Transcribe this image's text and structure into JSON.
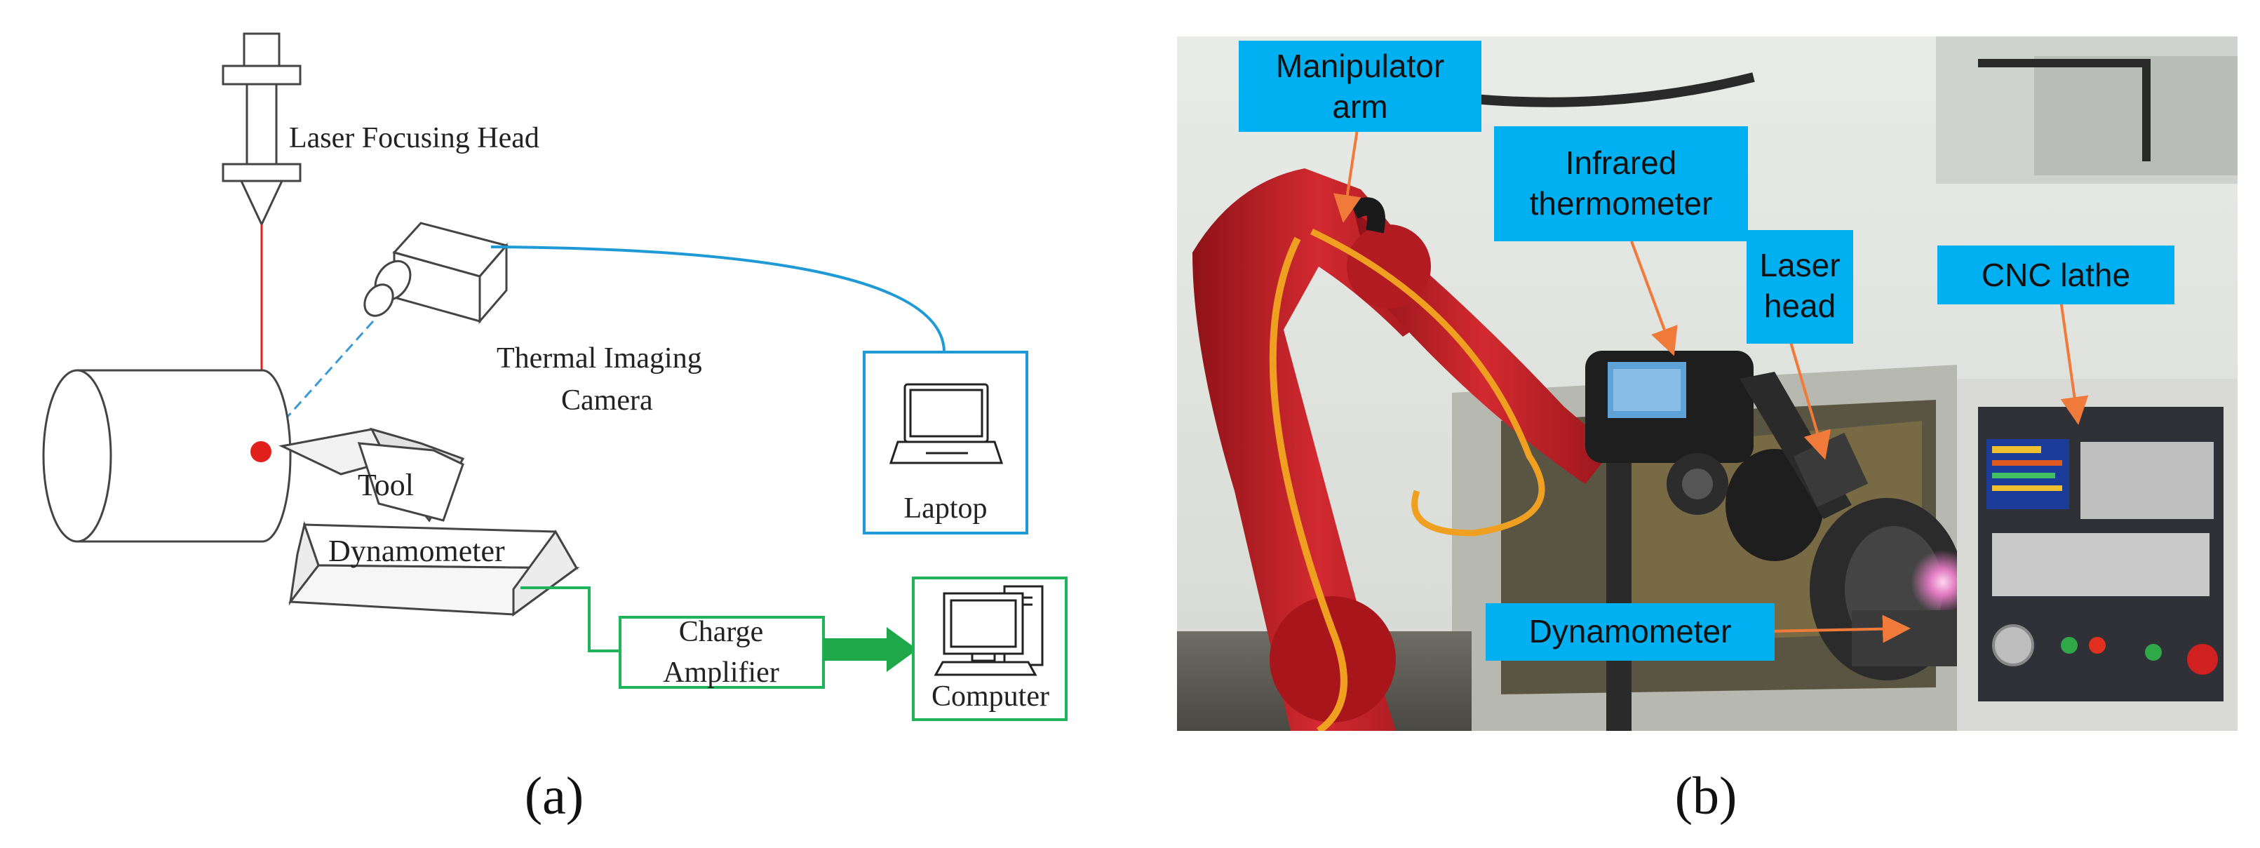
{
  "panel_a": {
    "laser_head_label": "Laser Focusing Head",
    "camera_label_line1": "Thermal Imaging",
    "camera_label_line2": "Camera",
    "tool_label": "Tool",
    "dynamometer_label": "Dynamometer",
    "laptop_label": "Laptop",
    "charge_amp_line1": "Charge",
    "charge_amp_line2": "Amplifier",
    "computer_label": "Computer",
    "caption": "(a)",
    "colors": {
      "laser": "#e0201b",
      "camera_link": "#1f9ad6",
      "signal_link": "#1fb35a",
      "arrow": "#1fa84a"
    }
  },
  "panel_b": {
    "manipulator_line1": "Manipulator",
    "manipulator_line2": "arm",
    "thermometer_line1": "Infrared",
    "thermometer_line2": "thermometer",
    "laser_head_line1": "Laser",
    "laser_head_line2": "head",
    "cnc_label": "CNC lathe",
    "dynamometer_label": "Dynamometer",
    "caption": "(b)",
    "colors": {
      "label_bg": "#00b0f0",
      "pointer": "#f07a3a",
      "arm": "#c8202a"
    }
  }
}
